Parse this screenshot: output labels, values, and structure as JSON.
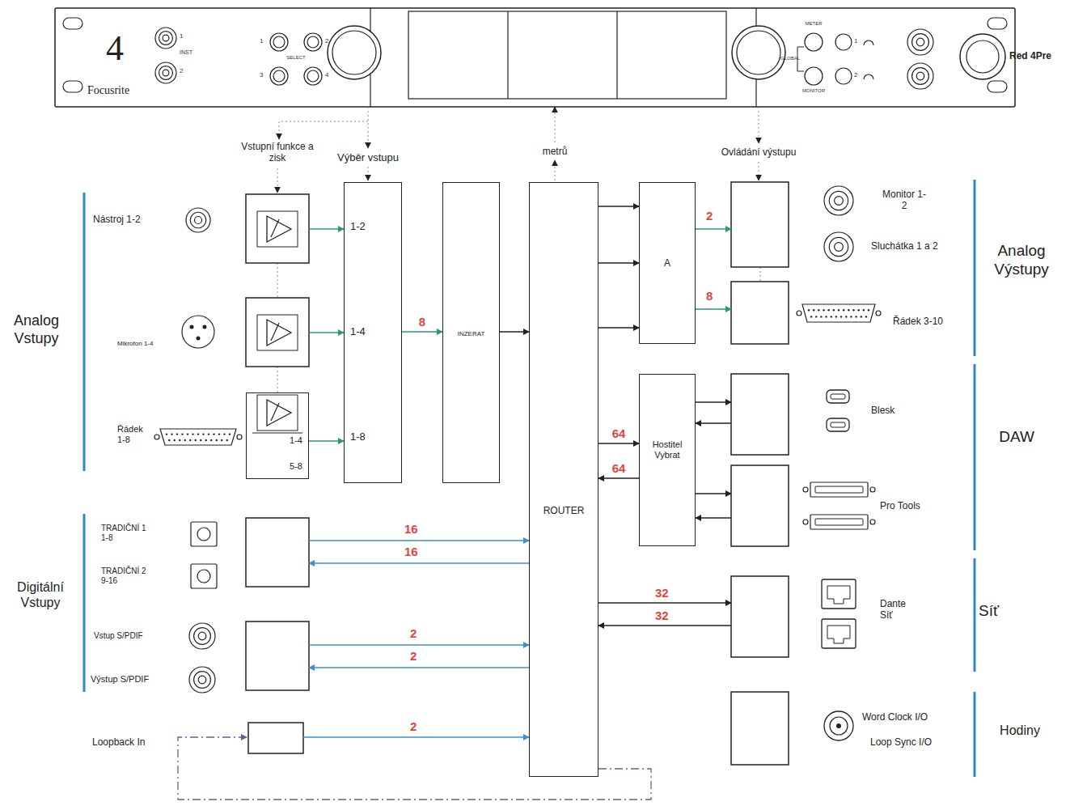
{
  "diagram": {
    "nodes": [
      {
        "text": [
          "1-4",
          "5-8"
        ]
      },
      {
        "text": [
          "1-2",
          "1-4",
          "1-8"
        ]
      },
      {
        "text": [
          "INZERAT"
        ]
      },
      {
        "text": [
          "ROUTER"
        ]
      },
      {
        "text": [
          "A"
        ]
      },
      {
        "text": [
          "Hostitel Vybrat"
        ]
      }
    ],
    "edges": [
      {
        "from": 0,
        "to": 1,
        "arrow": "to"
      },
      {
        "from": 1,
        "to": 2,
        "arrow": "to",
        "label": "8"
      },
      {
        "from": 2,
        "to": 3,
        "arrow": "to"
      },
      {
        "from": 3,
        "to": 4,
        "arrow": "to"
      },
      {
        "from": 3,
        "to": 4,
        "arrow": "to"
      },
      {
        "from": 3,
        "to": 4,
        "arrow": "to"
      },
      {
        "from": 3,
        "to": 5,
        "arrow": "to",
        "label": "64"
      },
      {
        "from": 5,
        "to": 3,
        "arrow": "to",
        "label": "64"
      }
    ],
    "labels": [
      "4",
      "Focusrite",
      "1",
      "2",
      "INST",
      "1",
      "2",
      "SELECT",
      "3",
      "4",
      "METER",
      "GLOBAL",
      "MONITOR",
      "1",
      "2",
      "Red 4Pre",
      "Vstupní funkce a zisk",
      "Výběr vstupu",
      "metrů",
      "Ovládání výstupu",
      "Analog Vstupy",
      "Nástroj 1-2",
      "Mikrofon 1-4",
      "Řádek 1-8",
      "Digitální Vstupy",
      "TRADIČNÍ 1 1-8",
      "TRADIČNÍ 2 9-16",
      "Vstup S/PDIF",
      "Výstup S/PDIF",
      "Loopback In",
      "16",
      "16",
      "2",
      "2",
      "2",
      "2",
      "8",
      "32",
      "32",
      "Monitor 1-2",
      "Sluchátka 1 a 2",
      "Řádek 3-10",
      "Blesk",
      "Pro Tools",
      "Dante Síť",
      "Word Clock I/O",
      "Loop Sync I/O",
      "Analog Výstupy",
      "DAW",
      "Síť",
      "Hodiny"
    ]
  }
}
